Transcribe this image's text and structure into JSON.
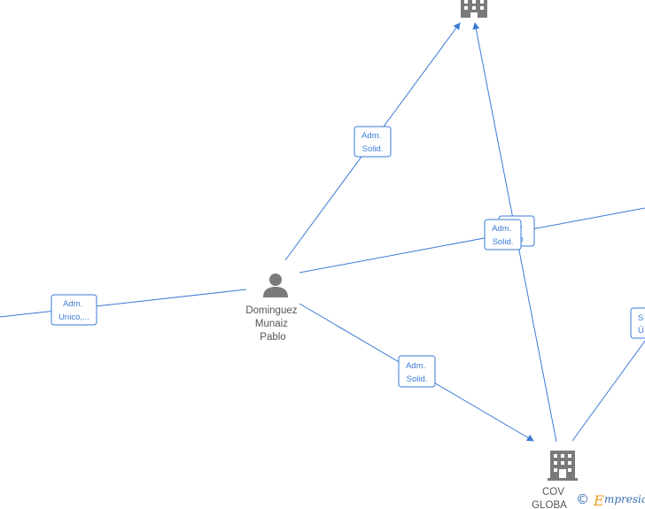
{
  "edge_color": "#3a7bd5",
  "icon_color": "#7a7a7a",
  "nodes": [
    {
      "id": "person",
      "kind": "person",
      "icon": "person-icon",
      "lines": [
        "Dominguez",
        "Munaiz",
        "Pablo"
      ]
    },
    {
      "id": "company-top",
      "kind": "company",
      "icon": "building-icon",
      "lines": []
    },
    {
      "id": "company-bottom",
      "kind": "company",
      "icon": "building-icon",
      "lines": [
        "COV",
        "GLOBA"
      ]
    }
  ],
  "edges": [
    {
      "id": "person-to-top",
      "label": [
        "Adm.",
        "Solid."
      ]
    },
    {
      "id": "person-to-left",
      "label": [
        "Adm.",
        "Unico,..."
      ]
    },
    {
      "id": "person-to-right",
      "label": [
        "Adm.",
        "Solid."
      ]
    },
    {
      "id": "person-to-bottom",
      "label": [
        "Adm.",
        "Solid."
      ]
    },
    {
      "id": "bottom-to-top",
      "label": [
        "",
        "o",
        "o"
      ]
    },
    {
      "id": "bottom-to-right",
      "label": [
        "",
        "S",
        "Ú"
      ]
    }
  ],
  "watermark": {
    "copyright": "©",
    "brand_initial": "E",
    "brand_rest": "mpresia"
  }
}
